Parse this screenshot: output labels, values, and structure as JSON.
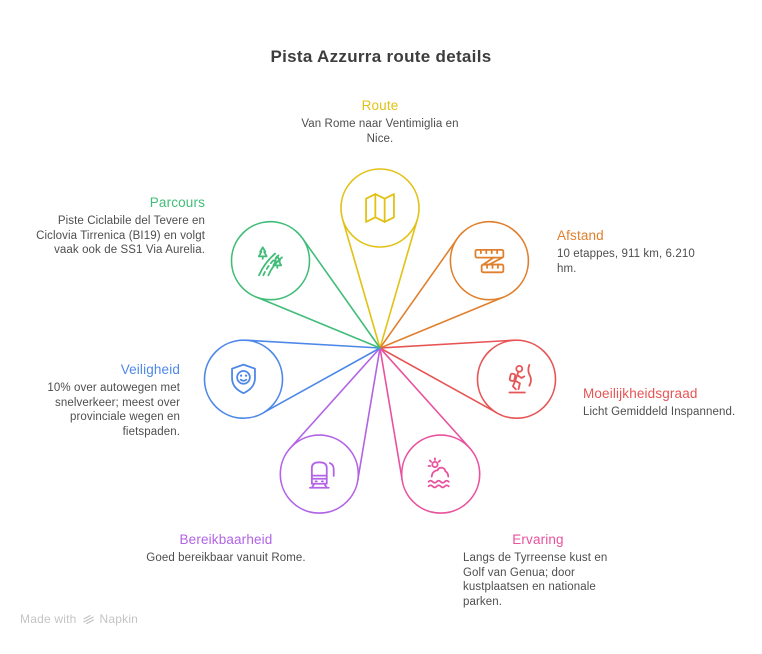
{
  "title": "Pista Azzurra route details",
  "colors": {
    "title_text": "#3d3d3d",
    "description_text": "#4e4e4e",
    "footer_text": "#c4c4c4",
    "background": "#ffffff"
  },
  "nodes": [
    {
      "id": "route",
      "label": "Route",
      "desc": "Van Rome naar Ventimiglia en Nice.",
      "color": "#e2c115",
      "icon": "map-icon"
    },
    {
      "id": "afstand",
      "label": "Afstand",
      "desc": "10 etappes, 911 km, 6.210 hm.",
      "color": "#e0802e",
      "icon": "tape-measure-icon"
    },
    {
      "id": "moeilijkheidsgraad",
      "label": "Moeilijkheidsgraad",
      "desc": "Licht Gemiddeld Inspannend.",
      "color": "#e75454",
      "icon": "climber-icon"
    },
    {
      "id": "ervaring",
      "label": "Ervaring",
      "desc": "Langs de Tyrreense kust en Golf van Genua; door kustplaatsen en nationale parken.",
      "color": "#e9529e",
      "icon": "sun-waves-icon"
    },
    {
      "id": "bereikbaarheid",
      "label": "Bereikbaarheid",
      "desc": "Goed bereikbaar vanuit Rome.",
      "color": "#b263e6",
      "icon": "train-icon"
    },
    {
      "id": "veiligheid",
      "label": "Veiligheid",
      "desc": "10% over autowegen met snelverkeer; meest over provinciale wegen en fietspaden.",
      "color": "#4d88e8",
      "icon": "shield-smiley-icon"
    },
    {
      "id": "parcours",
      "label": "Parcours",
      "desc": "Piste Ciclabile del Tevere en Ciclovia Tirrenica (BI19) en volgt vaak ook de SS1 Via Aurelia.",
      "color": "#41bd79",
      "icon": "trail-trees-icon"
    }
  ],
  "footer": {
    "made_with": "Made with",
    "brand": "Napkin",
    "logo_icon": "napkin-logo-icon"
  }
}
